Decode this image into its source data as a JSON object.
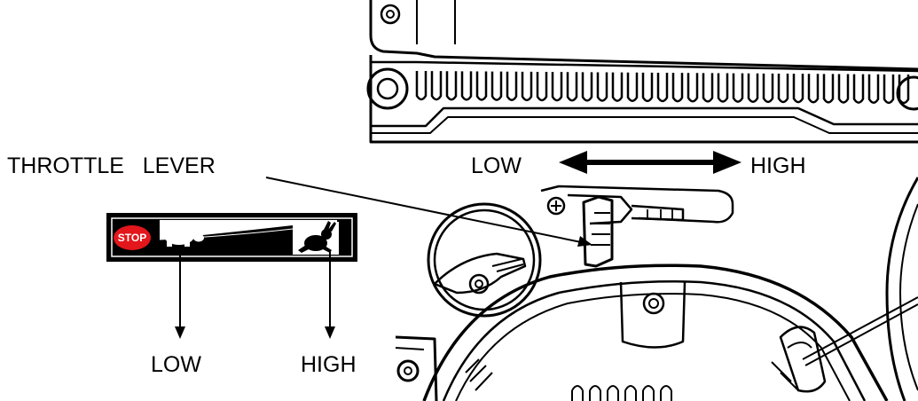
{
  "labels": {
    "throttle_lever": "THROTTLE   LEVER",
    "engine_low": "LOW",
    "engine_high": "HIGH",
    "decal_low": "LOW",
    "decal_high": "HIGH"
  },
  "decal": {
    "stop_text": "STOP",
    "stop_color": "#e3161b",
    "background_color": "#000000",
    "low_symbol": "turtle-icon",
    "high_symbol": "rabbit-icon"
  }
}
